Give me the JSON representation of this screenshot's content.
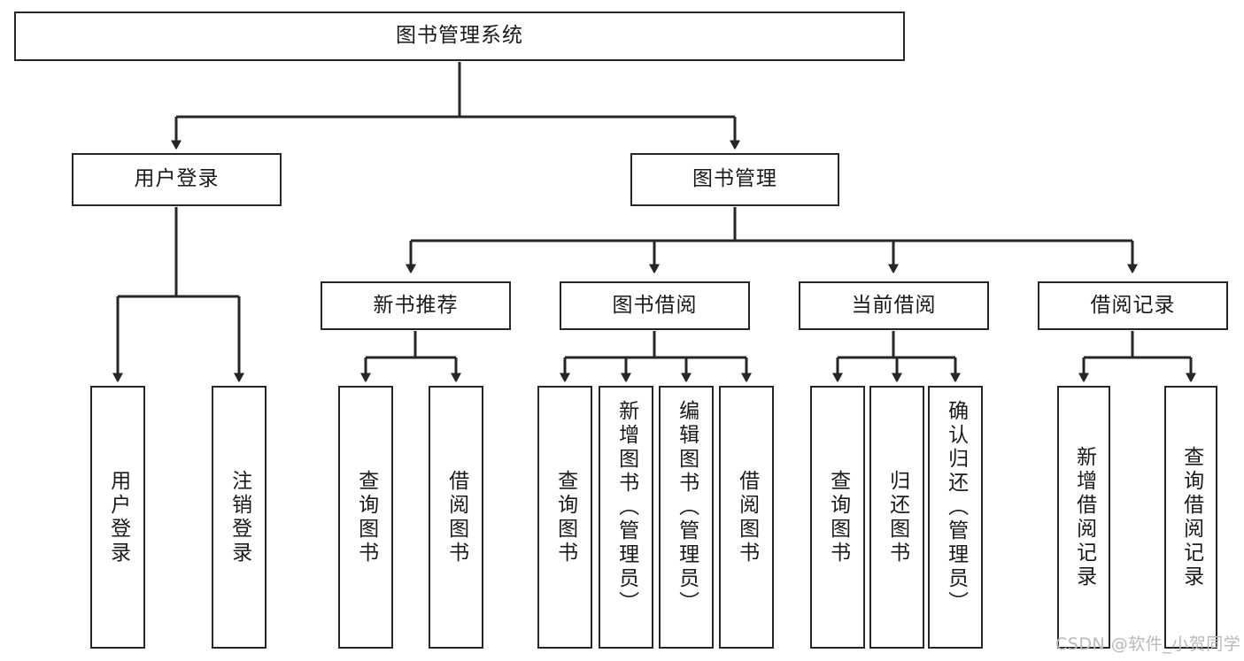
{
  "diagram": {
    "title": "图书管理系统",
    "type": "hierarchy-tree",
    "root": {
      "id": "root",
      "label": "图书管理系统"
    },
    "level2": [
      {
        "id": "user-login",
        "label": "用户登录"
      },
      {
        "id": "book-manage",
        "label": "图书管理"
      }
    ],
    "level3": [
      {
        "id": "new-book-rec",
        "label": "新书推荐",
        "parent": "book-manage"
      },
      {
        "id": "book-borrow",
        "label": "图书借阅",
        "parent": "book-manage"
      },
      {
        "id": "current-borrow",
        "label": "当前借阅",
        "parent": "book-manage"
      },
      {
        "id": "borrow-record",
        "label": "借阅记录",
        "parent": "book-manage"
      }
    ],
    "leaves": {
      "user_login": [
        {
          "id": "leaf-user-login",
          "label": "用户登录"
        },
        {
          "id": "leaf-logout-login",
          "label": "注销登录"
        }
      ],
      "new_book_rec": [
        {
          "id": "leaf-query-book-1",
          "label": "查询图书"
        },
        {
          "id": "leaf-borrow-book-1",
          "label": "借阅图书"
        }
      ],
      "book_borrow": [
        {
          "id": "leaf-query-book-2",
          "label": "查询图书"
        },
        {
          "id": "leaf-add-book",
          "label": "新增图书（管理员）"
        },
        {
          "id": "leaf-edit-book",
          "label": "编辑图书（管理员）"
        },
        {
          "id": "leaf-borrow-book-2",
          "label": "借阅图书"
        }
      ],
      "current_borrow": [
        {
          "id": "leaf-query-book-3",
          "label": "查询图书"
        },
        {
          "id": "leaf-return-book",
          "label": "归还图书"
        },
        {
          "id": "leaf-confirm-return",
          "label": "确认归还（管理员）"
        }
      ],
      "borrow_record": [
        {
          "id": "leaf-add-record",
          "label": "新增借阅记录"
        },
        {
          "id": "leaf-query-record",
          "label": "查询借阅记录"
        }
      ]
    }
  },
  "watermark": {
    "text": "CSDN @软件_小贺同学"
  },
  "colors": {
    "stroke": "#262626",
    "text": "#1a1a1a",
    "background": "#ffffff",
    "watermark": "#b9b9b9"
  }
}
